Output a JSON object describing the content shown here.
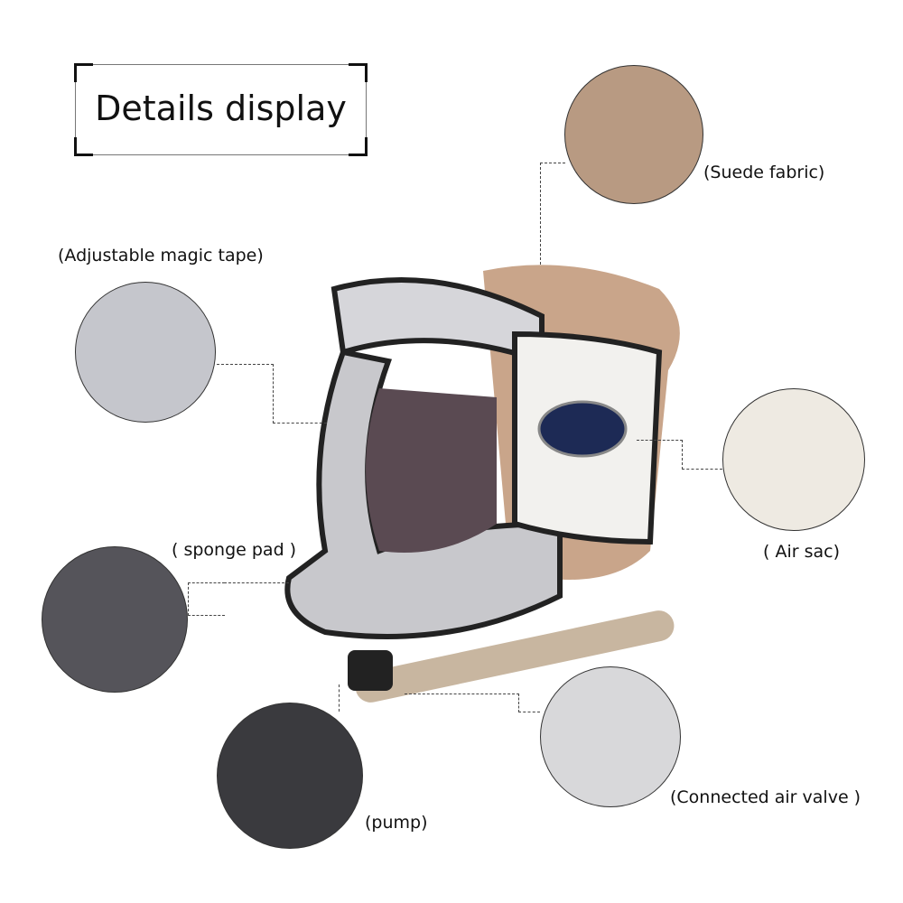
{
  "title": "Details display",
  "labels": {
    "suede": "(Suede fabric)",
    "tape": "(Adjustable magic tape)",
    "airsac": "( Air sac)",
    "sponge": "( sponge pad )",
    "valve": "(Connected air valve )",
    "pump": "(pump)"
  }
}
